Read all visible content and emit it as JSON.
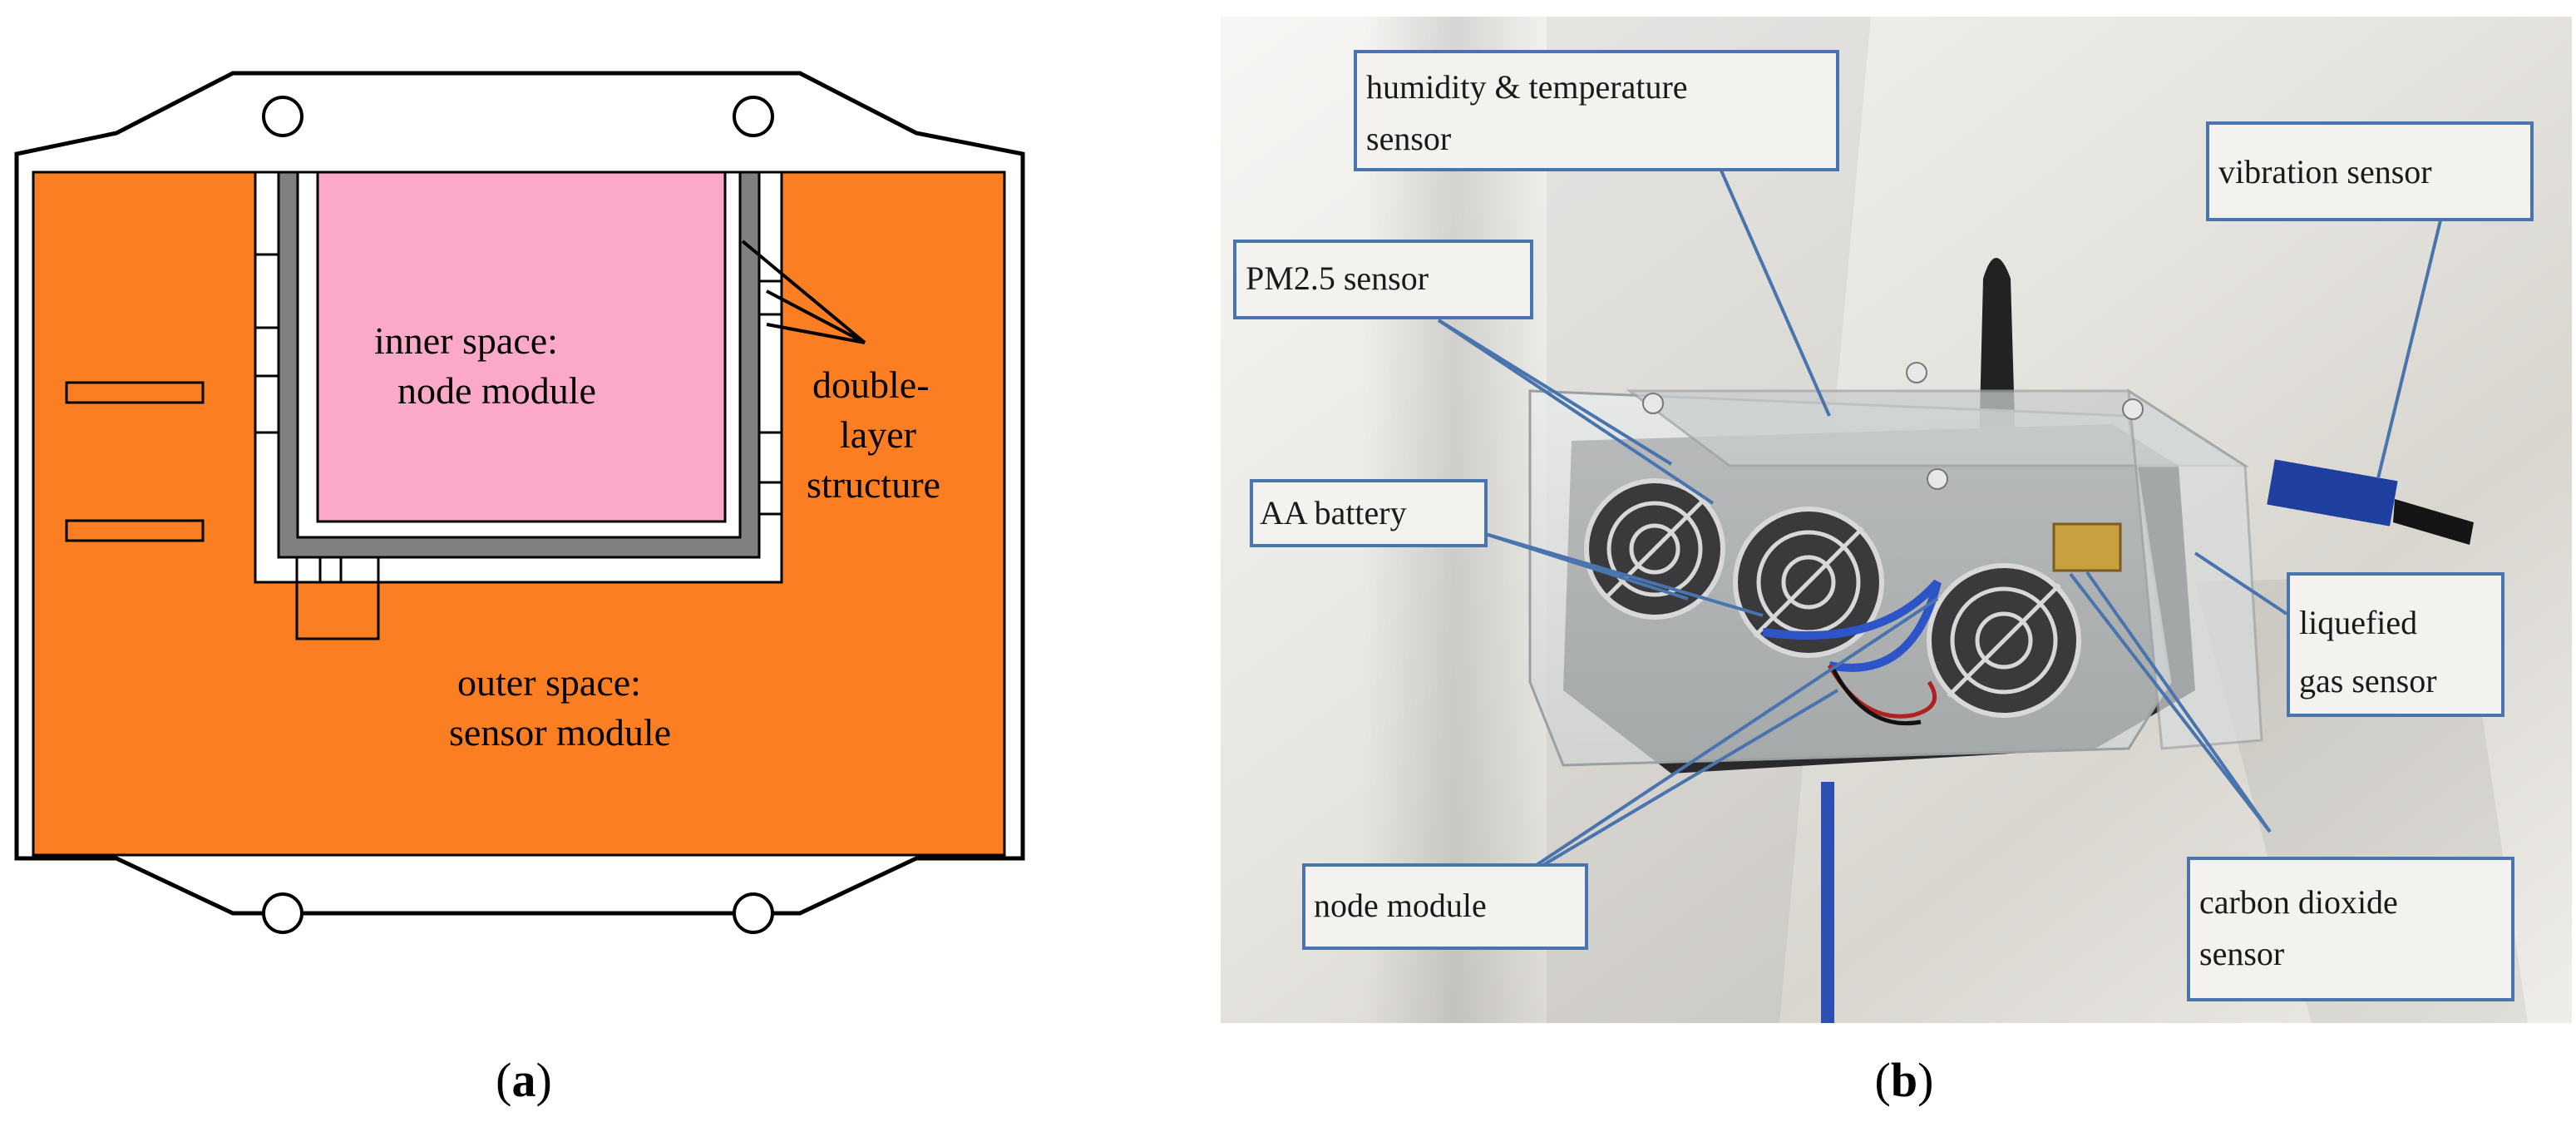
{
  "panel_a": {
    "caption_open": "(",
    "caption_letter": "a",
    "caption_close": ")",
    "inner_space_line1": "inner space:",
    "inner_space_line2": "node module",
    "double_layer_line1": "double-",
    "double_layer_line2": "layer",
    "double_layer_line3": "structure",
    "outer_space_line1": "outer space:",
    "outer_space_line2": "sensor  module",
    "colors": {
      "outer_space": "#fb7e22",
      "inner_space": "#fca8c8",
      "wall": "#808080",
      "outline": "#000000"
    }
  },
  "panel_b": {
    "caption_open": "(",
    "caption_letter": "b",
    "caption_close": ")",
    "callouts": {
      "humidity_line1": "humidity & temperature",
      "humidity_line2": "sensor",
      "vibration": "vibration sensor",
      "pm25": "PM2.5 sensor",
      "battery": "AA battery",
      "liquefied_line1": "liquefied",
      "liquefied_line2": "gas sensor",
      "node": "node module",
      "co2_line1": "carbon dioxide",
      "co2_line2": "sensor"
    },
    "colors": {
      "callout_border": "#4a74ad",
      "leader_line": "#4a74ad"
    }
  }
}
